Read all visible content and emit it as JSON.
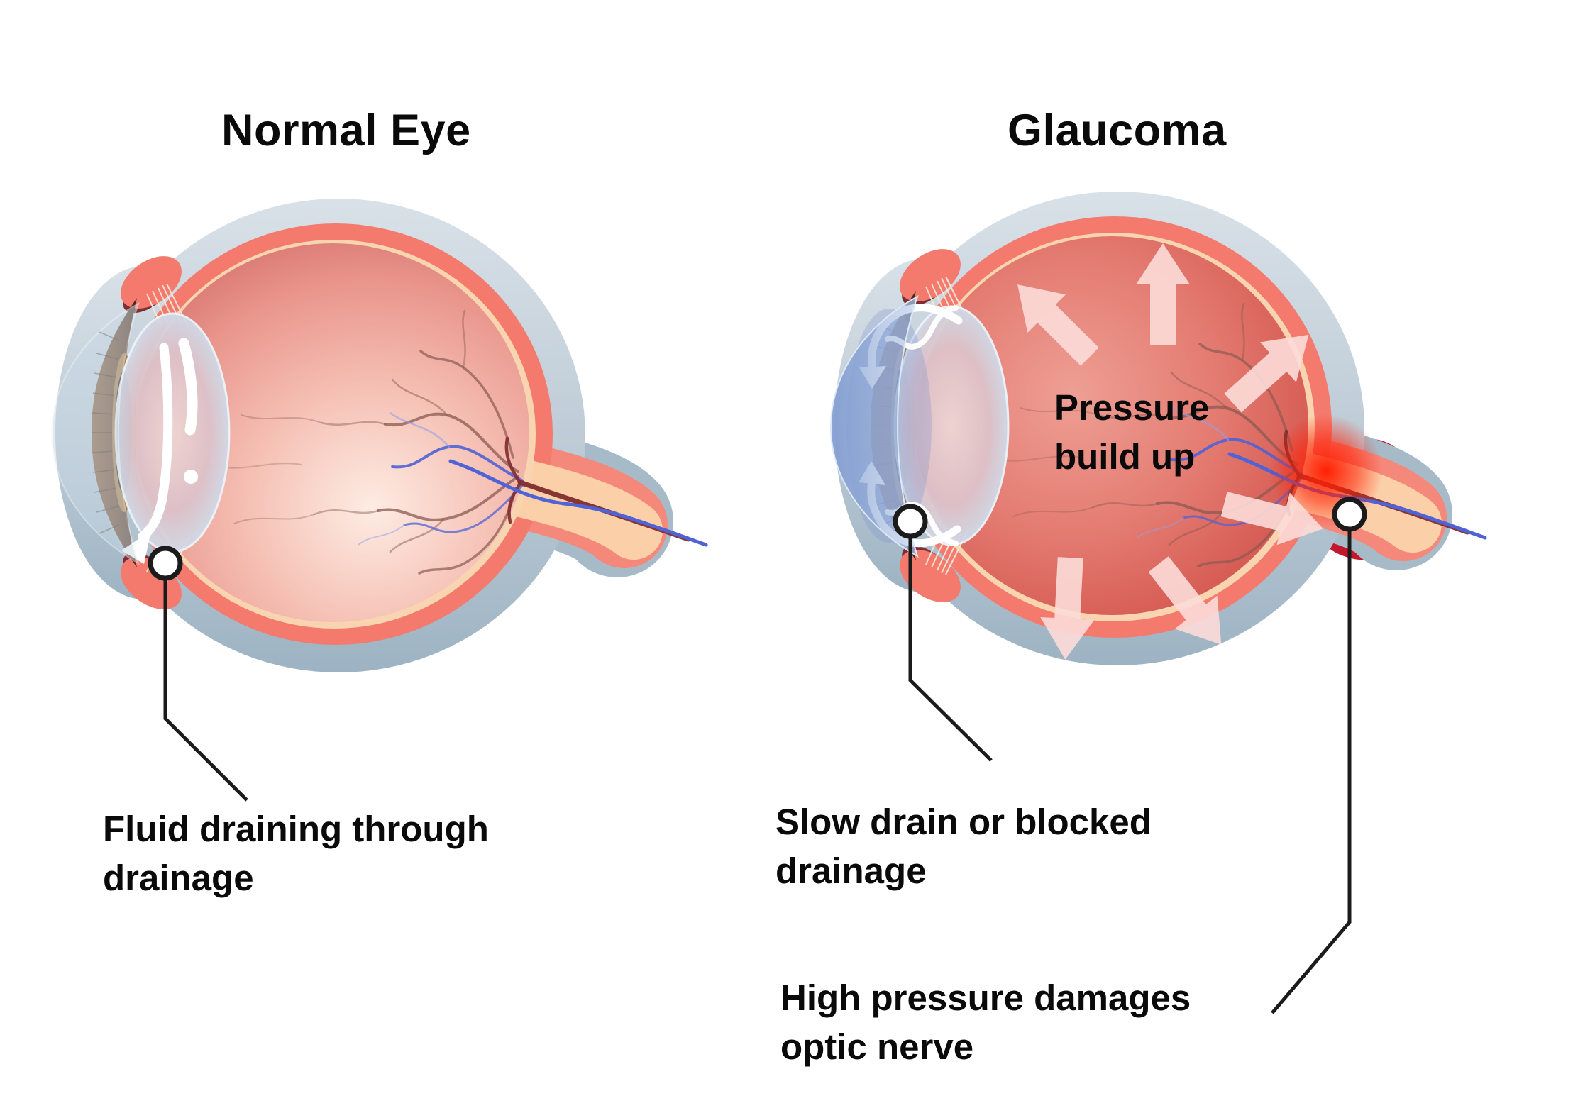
{
  "titles": {
    "normal": "Normal Eye",
    "glaucoma": "Glaucoma"
  },
  "labels": {
    "pressure_line1": "Pressure",
    "pressure_line2": "build up",
    "fluid_line1": "Fluid draining through",
    "fluid_line2": "drainage",
    "slow_line1": "Slow drain or blocked",
    "slow_line2": "drainage",
    "high_line1": "High pressure damages",
    "high_line2": "optic nerve"
  },
  "icons": {
    "normal_drain": "white-curved-drain-arrow",
    "glaucoma_blocked": "white-recirculating-arrows",
    "pressure": "outward-pink-pressure-arrows",
    "callout": "circle-marker-with-leader-line"
  },
  "palette": {
    "background": "#ffffff",
    "sclera_top": "#d6dfe6",
    "sclera_bottom": "#9fb4c4",
    "choroid": "#f37a6d",
    "retina_ring": "#f9d4b0",
    "vitreous_normal_center": "#fdece3",
    "vitreous_normal_edge": "#d4706a",
    "vitreous_glaucoma_center": "#ee9f94",
    "vitreous_glaucoma_edge": "#c4423d",
    "optic_nerve_core": "#fbd0a9",
    "vessel_brown": "#8a5a52",
    "vessel_blue": "#4f62d6",
    "iris_brown": "#6b4226",
    "fluid_blue": "#92a9d8",
    "pressure_arrow": "#fcdbd8",
    "damage_glow": "#ff2004",
    "damage_blotch": "#c1182b",
    "text": "#0a0a0a",
    "callout_line": "#1b1b1b"
  }
}
